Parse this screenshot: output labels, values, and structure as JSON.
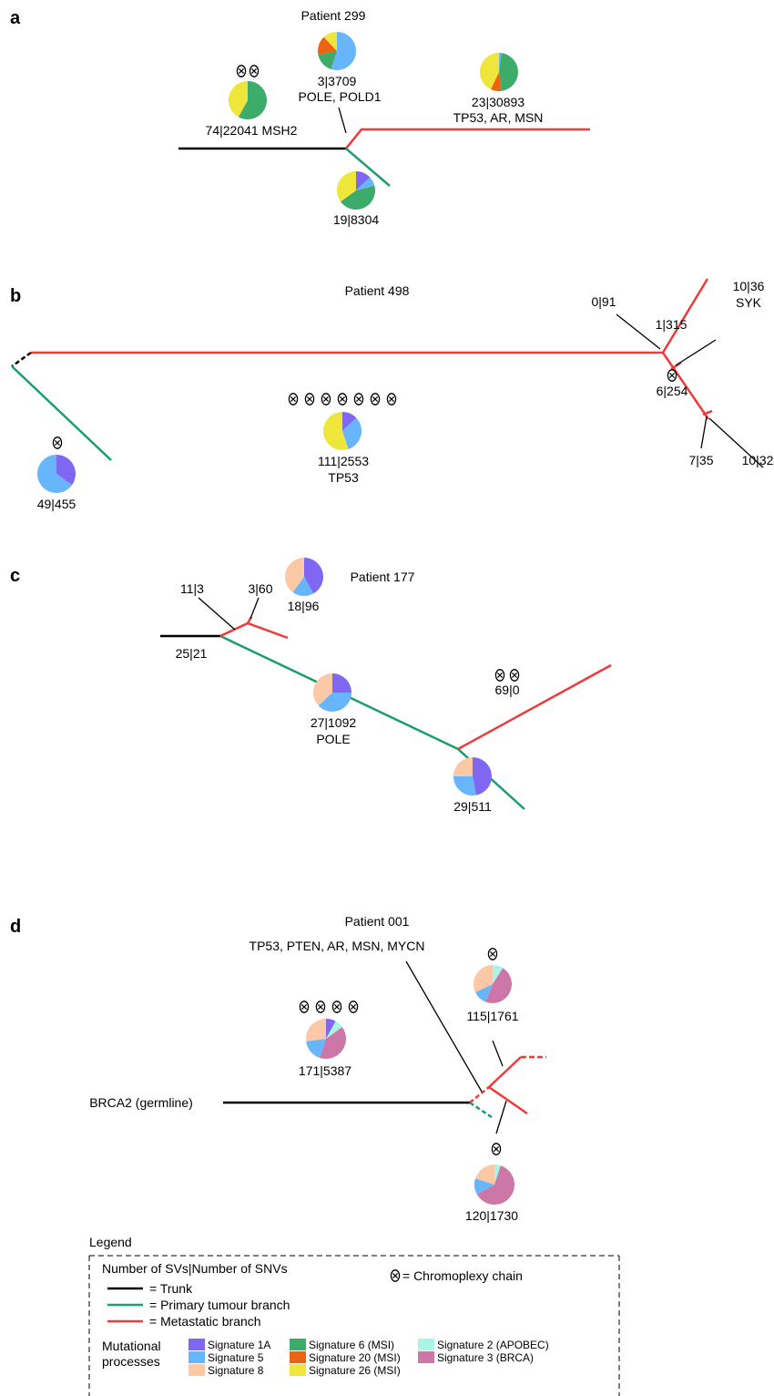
{
  "colors": {
    "trunk": "#000000",
    "primary": "#1a9d6e",
    "metastatic": "#ee3a3a",
    "sig1A": "#8067f2",
    "sig5": "#67b5fb",
    "sig8": "#fcc8a6",
    "sig6": "#3dab6a",
    "sig20": "#ea6412",
    "sig26": "#eee63a",
    "sig2": "#a8f4e5",
    "sig3": "#cc77a8"
  },
  "chromoplexy_icon": "chromoplexy-chain-icon",
  "panels": {
    "a": {
      "letter": "a",
      "title": "Patient 299",
      "labels": {
        "n1": "3|3709",
        "n1b": "POLE, POLD1",
        "n2": "74|22041 MSH2",
        "n3": "23|30893",
        "n3b": "TP53, AR, MSN",
        "n4": "19|8304"
      }
    },
    "b": {
      "letter": "b",
      "title": "Patient 498",
      "labels": {
        "n1": "49|455",
        "n2": "111|2553",
        "n2b": "TP53",
        "n3": "0|91",
        "n4": "1|315",
        "n5": "10|36",
        "n5b": "SYK",
        "n6": "6|254",
        "n7": "7|35",
        "n8": "10|32"
      }
    },
    "c": {
      "letter": "c",
      "title": "Patient 177",
      "labels": {
        "n1": "11|3",
        "n2": "3|60",
        "n3": "18|96",
        "n4": "25|21",
        "n5": "69|0",
        "n6": "27|1092",
        "n6b": "POLE",
        "n7": "29|511"
      }
    },
    "d": {
      "letter": "d",
      "title": "Patient 001",
      "labels": {
        "n1": "TP53, PTEN, AR, MSN, MYCN",
        "n2": "115|1761",
        "n3": "171|5387",
        "n4": "BRCA2 (germline)",
        "n5": "120|1730"
      }
    }
  },
  "legend": {
    "title": "Legend",
    "counts_label": "Number of SVs|Number of SNVs",
    "trunk": "= Trunk",
    "primary": "= Primary tumour branch",
    "metastatic": "= Metastatic branch",
    "chromoplexy": "= Chromoplexy chain",
    "mut_line1": "Mutational",
    "mut_line2": "processes",
    "signatures": {
      "sig1A": "Signature 1A",
      "sig5": "Signature 5",
      "sig8": "Signature 8",
      "sig6": "Signature 6 (MSI)",
      "sig20": "Signature 20 (MSI)",
      "sig26": "Signature 26 (MSI)",
      "sig2": "Signature 2 (APOBEC)",
      "sig3": "Signature 3 (BRCA)"
    }
  },
  "pies": [
    {
      "id": "a-p299-top",
      "slices": [
        {
          "sig": "sig5",
          "v": 0.55
        },
        {
          "sig": "sig6",
          "v": 0.17
        },
        {
          "sig": "sig20",
          "v": 0.16
        },
        {
          "sig": "sig26",
          "v": 0.12
        }
      ]
    },
    {
      "id": "a-left",
      "slices": [
        {
          "sig": "sig6",
          "v": 0.58
        },
        {
          "sig": "sig26",
          "v": 0.42
        }
      ]
    },
    {
      "id": "a-right",
      "slices": [
        {
          "sig": "sig5",
          "v": 0.02
        },
        {
          "sig": "sig6",
          "v": 0.46
        },
        {
          "sig": "sig20",
          "v": 0.09
        },
        {
          "sig": "sig26",
          "v": 0.43
        }
      ]
    },
    {
      "id": "a-bottom",
      "slices": [
        {
          "sig": "sig1A",
          "v": 0.13
        },
        {
          "sig": "sig5",
          "v": 0.08
        },
        {
          "sig": "sig6",
          "v": 0.44
        },
        {
          "sig": "sig26",
          "v": 0.35
        }
      ]
    },
    {
      "id": "b-left",
      "slices": [
        {
          "sig": "sig1A",
          "v": 0.35
        },
        {
          "sig": "sig5",
          "v": 0.65
        }
      ]
    },
    {
      "id": "b-center",
      "slices": [
        {
          "sig": "sig1A",
          "v": 0.13
        },
        {
          "sig": "sig5",
          "v": 0.32
        },
        {
          "sig": "sig26",
          "v": 0.55
        }
      ]
    },
    {
      "id": "c-top",
      "slices": [
        {
          "sig": "sig1A",
          "v": 0.42
        },
        {
          "sig": "sig5",
          "v": 0.18
        },
        {
          "sig": "sig8",
          "v": 0.4
        }
      ]
    },
    {
      "id": "c-mid",
      "slices": [
        {
          "sig": "sig1A",
          "v": 0.25
        },
        {
          "sig": "sig5",
          "v": 0.38
        },
        {
          "sig": "sig8",
          "v": 0.37
        }
      ]
    },
    {
      "id": "c-right",
      "slices": [
        {
          "sig": "sig1A",
          "v": 0.47
        },
        {
          "sig": "sig5",
          "v": 0.28
        },
        {
          "sig": "sig8",
          "v": 0.25
        }
      ]
    },
    {
      "id": "d-top",
      "slices": [
        {
          "sig": "sig2",
          "v": 0.09
        },
        {
          "sig": "sig3",
          "v": 0.47
        },
        {
          "sig": "sig5",
          "v": 0.12
        },
        {
          "sig": "sig8",
          "v": 0.32
        }
      ]
    },
    {
      "id": "d-left",
      "slices": [
        {
          "sig": "sig1A",
          "v": 0.08
        },
        {
          "sig": "sig2",
          "v": 0.07
        },
        {
          "sig": "sig3",
          "v": 0.4
        },
        {
          "sig": "sig5",
          "v": 0.18
        },
        {
          "sig": "sig8",
          "v": 0.27
        }
      ]
    },
    {
      "id": "d-bottom",
      "slices": [
        {
          "sig": "sig2",
          "v": 0.05
        },
        {
          "sig": "sig3",
          "v": 0.62
        },
        {
          "sig": "sig5",
          "v": 0.13
        },
        {
          "sig": "sig8",
          "v": 0.2
        }
      ]
    }
  ]
}
